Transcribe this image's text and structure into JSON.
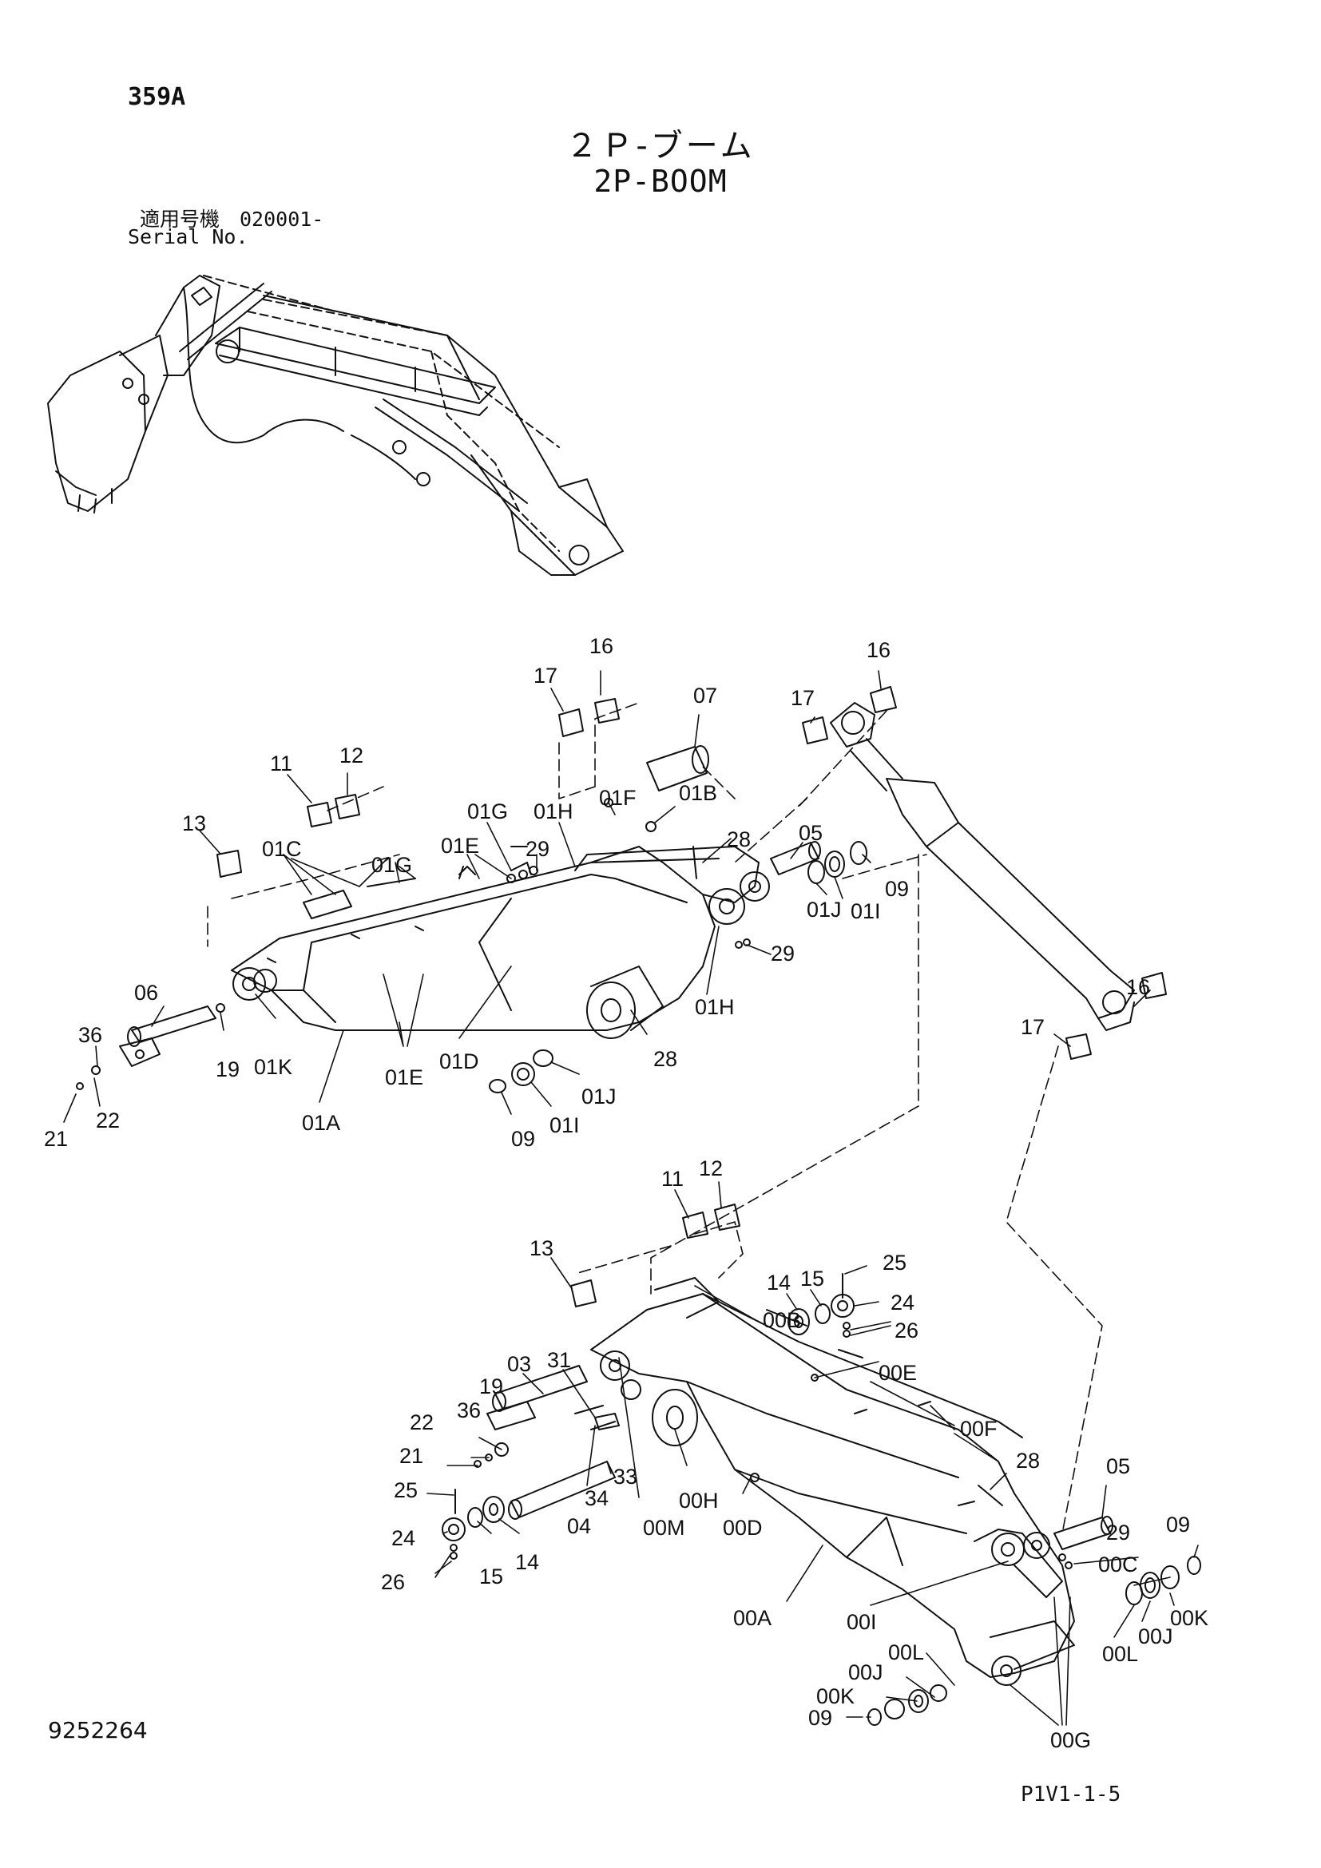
{
  "header": {
    "page_code": "359A",
    "title_jp": "２Ｐ-ブーム",
    "title_en": "2P-BOOM",
    "serial_label_jp": "適用号機　020001-",
    "serial_label_en": "Serial No."
  },
  "footer": {
    "document_number": "9252264",
    "page_reference": "P1V1-1-5"
  },
  "callouts": {
    "c01": "17",
    "c02": "16",
    "c03": "07",
    "c04": "16",
    "c05": "17",
    "c06": "11",
    "c07": "12",
    "c08": "13",
    "c09": "01G",
    "c10": "01H",
    "c11": "01F",
    "c12": "01B",
    "c13": "01C",
    "c14": "01G",
    "c15": "01E",
    "c16": "29",
    "c17": "28",
    "c18": "05",
    "c19": "09",
    "c20": "01I",
    "c21": "01J",
    "c22": "29",
    "c23": "01H",
    "c24": "06",
    "c25": "36",
    "c26": "19",
    "c27": "01K",
    "c28": "01E",
    "c29": "01D",
    "c30": "28",
    "c31": "21",
    "c32": "22",
    "c33": "01A",
    "c34": "09",
    "c35": "01I",
    "c36": "01J",
    "c37": "16",
    "c38": "17",
    "c39": "11",
    "c40": "12",
    "c41": "13",
    "c42": "14",
    "c43": "15",
    "c44": "25",
    "c45": "24",
    "c46": "26",
    "c47": "00B",
    "c48": "00E",
    "c49": "03",
    "c50": "31",
    "c51": "19",
    "c52": "22",
    "c53": "36",
    "c54": "21",
    "c55": "00F",
    "c56": "28",
    "c57": "25",
    "c58": "33",
    "c59": "34",
    "c60": "00H",
    "c61": "24",
    "c62": "04",
    "c63": "00M",
    "c64": "00D",
    "c65": "05",
    "c66": "26",
    "c67": "15",
    "c68": "14",
    "c69": "09",
    "c70": "29",
    "c71": "00C",
    "c72": "00K",
    "c73": "00A",
    "c74": "00I",
    "c75": "00J",
    "c76": "00L",
    "c77": "00L",
    "c78": "00J",
    "c79": "00K",
    "c80": "00G",
    "c81": "09"
  }
}
